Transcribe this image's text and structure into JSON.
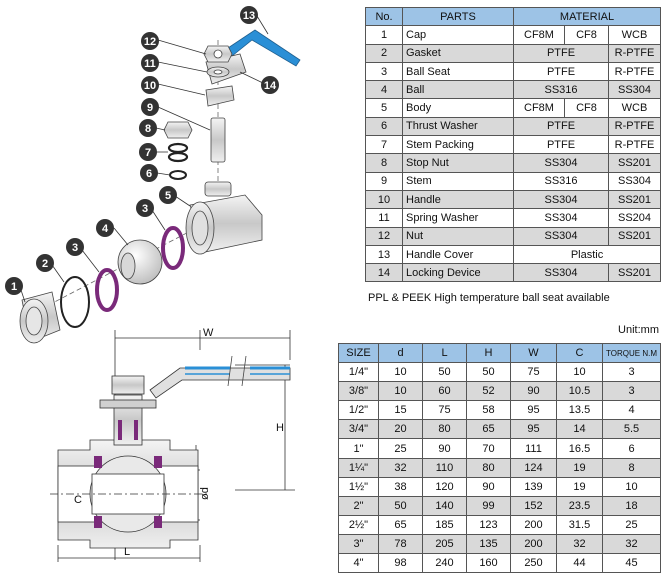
{
  "parts_table": {
    "headers": {
      "no": "No.",
      "parts": "PARTS",
      "material": "MATERIAL"
    },
    "rows": [
      {
        "no": "1",
        "part": "Cap",
        "materials": [
          "CF8M",
          "CF8",
          "WCB"
        ]
      },
      {
        "no": "2",
        "part": "Gasket",
        "materials": [
          "PTFE",
          "R-PTFE"
        ]
      },
      {
        "no": "3",
        "part": "Ball Seat",
        "materials": [
          "PTFE",
          "R-PTFE"
        ]
      },
      {
        "no": "4",
        "part": "Ball",
        "materials": [
          "SS316",
          "SS304"
        ]
      },
      {
        "no": "5",
        "part": "Body",
        "materials": [
          "CF8M",
          "CF8",
          "WCB"
        ]
      },
      {
        "no": "6",
        "part": "Thrust Washer",
        "materials": [
          "PTFE",
          "R-PTFE"
        ]
      },
      {
        "no": "7",
        "part": "Stem Packing",
        "materials": [
          "PTFE",
          "R-PTFE"
        ]
      },
      {
        "no": "8",
        "part": "Stop Nut",
        "materials": [
          "SS304",
          "SS201"
        ]
      },
      {
        "no": "9",
        "part": "Stem",
        "materials": [
          "SS316",
          "SS304"
        ]
      },
      {
        "no": "10",
        "part": "Handle",
        "materials": [
          "SS304",
          "SS201"
        ]
      },
      {
        "no": "11",
        "part": "Spring Washer",
        "materials": [
          "SS304",
          "SS204"
        ]
      },
      {
        "no": "12",
        "part": "Nut",
        "materials": [
          "SS304",
          "SS201"
        ]
      },
      {
        "no": "13",
        "part": "Handle Cover",
        "materials": [
          "Plastic"
        ]
      },
      {
        "no": "14",
        "part": "Locking Device",
        "materials": [
          "SS304",
          "SS201"
        ]
      }
    ]
  },
  "note": "PPL & PEEK High temperature ball seat available",
  "unit_label": "Unit:mm",
  "size_table": {
    "headers": [
      "SIZE",
      "d",
      "L",
      "H",
      "W",
      "C",
      "TORQUE N.M"
    ],
    "rows": [
      [
        "1/4\"",
        "10",
        "50",
        "50",
        "75",
        "10",
        "3"
      ],
      [
        "3/8\"",
        "10",
        "60",
        "52",
        "90",
        "10.5",
        "3"
      ],
      [
        "1/2\"",
        "15",
        "75",
        "58",
        "95",
        "13.5",
        "4"
      ],
      [
        "3/4\"",
        "20",
        "80",
        "65",
        "95",
        "14",
        "5.5"
      ],
      [
        "1\"",
        "25",
        "90",
        "70",
        "111",
        "16.5",
        "6"
      ],
      [
        "1¼\"",
        "32",
        "110",
        "80",
        "124",
        "19",
        "8"
      ],
      [
        "1½\"",
        "38",
        "120",
        "90",
        "139",
        "19",
        "10"
      ],
      [
        "2\"",
        "50",
        "140",
        "99",
        "152",
        "23.5",
        "18"
      ],
      [
        "2½\"",
        "65",
        "185",
        "123",
        "200",
        "31.5",
        "25"
      ],
      [
        "3\"",
        "78",
        "205",
        "135",
        "200",
        "32",
        "32"
      ],
      [
        "4\"",
        "98",
        "240",
        "160",
        "250",
        "44",
        "45"
      ]
    ]
  },
  "exploded_view": {
    "callouts": [
      "13",
      "12",
      "14",
      "11",
      "10",
      "9",
      "8",
      "7",
      "6",
      "5",
      "4",
      "3",
      "3",
      "2",
      "1"
    ]
  },
  "dimension_view": {
    "labels": {
      "w": "W",
      "h": "H",
      "l": "L",
      "c": "C",
      "d": "ød"
    }
  },
  "colors": {
    "header": "#9dc3e6",
    "alt_row": "#d9d9d9",
    "seat": "#7a2a7a",
    "handle": "#2a8fd6"
  }
}
